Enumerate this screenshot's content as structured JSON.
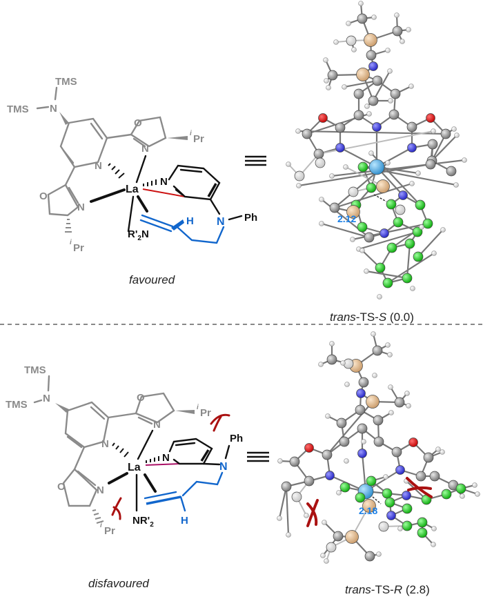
{
  "figure": {
    "equivalence_symbol": "≡",
    "top": {
      "ligand_labels": {
        "tms_1": "TMS",
        "tms_2": "TMS",
        "n_amine": "N",
        "o_left": "O",
        "o_right": "O",
        "n_pyridine": "N",
        "n_ox_right": "N",
        "n_ox_left": "N",
        "ipr_right_sup": "i",
        "ipr_right": "Pr",
        "ipr_left_sup": "i",
        "ipr_left": "Pr"
      },
      "metal": "La",
      "substrate_n_pyridine": "N",
      "amide_label": "R'",
      "amide_sub": "2",
      "amide_n": "N",
      "alkene_h": "H",
      "aniline_n": "N",
      "phenyl": "Ph",
      "caption": "favoured",
      "ts_label": {
        "prefix": "trans",
        "mid": "-TS-",
        "stereo": "S",
        "energy": " (0.0)"
      },
      "distance": "2.12"
    },
    "bottom": {
      "ligand_labels": {
        "tms_1": "TMS",
        "tms_2": "TMS",
        "n_amine": "N",
        "o_left": "O",
        "o_right": "O",
        "n_pyridine": "N",
        "n_ox_right": "N",
        "n_ox_left": "N",
        "ipr_right_sup": "i",
        "ipr_right": "Pr",
        "ipr_left_sup": "i",
        "ipr_left": "Pr"
      },
      "metal": "La",
      "substrate_n_pyridine": "N",
      "amide_label": "NR'",
      "amide_sub": "2",
      "alkene_h": "H",
      "aniline_n": "N",
      "phenyl": "Ph",
      "caption": "disfavoured",
      "ts_label": {
        "prefix": "trans",
        "mid": "-TS-",
        "stereo": "R",
        "energy": " (2.8)"
      },
      "distance": "2.18"
    },
    "colors": {
      "ligand_gray": "#8a8a8a",
      "substrate_blue": "#1166cc",
      "la_bond_red": "#cc1111",
      "la_bond_magenta": "#aa1166",
      "steric_clash_red": "#aa1111",
      "atom_carbon": "#9a9a9a",
      "atom_nitrogen": "#3a3ae0",
      "atom_oxygen": "#e00000",
      "atom_silicon": "#e8c49a",
      "atom_lanthanum": "#5bb8e8",
      "atom_highlight_green": "#11dd11",
      "atom_hydrogen": "#f2f2f2"
    }
  }
}
